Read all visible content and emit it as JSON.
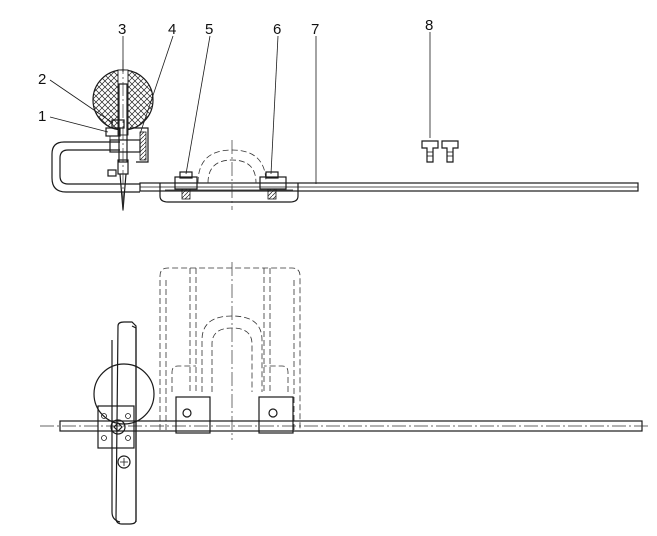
{
  "callouts": [
    {
      "id": "1",
      "label": "1"
    },
    {
      "id": "2",
      "label": "2"
    },
    {
      "id": "3",
      "label": "3"
    },
    {
      "id": "4",
      "label": "4"
    },
    {
      "id": "5",
      "label": "5"
    },
    {
      "id": "6",
      "label": "6"
    },
    {
      "id": "7",
      "label": "7"
    },
    {
      "id": "8",
      "label": "8"
    }
  ],
  "colors": {
    "ink": "#1a1a1a",
    "background": "#ffffff"
  }
}
